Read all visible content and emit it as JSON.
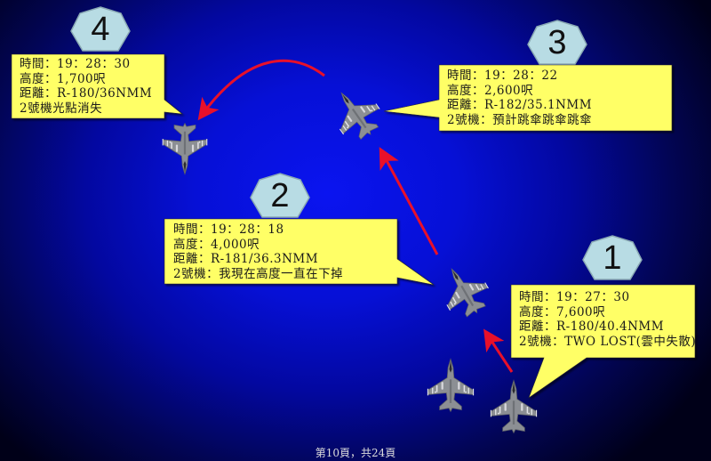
{
  "slide": {
    "background": {
      "center": "#0a14f0",
      "edge": "#000018"
    },
    "accent_colors": {
      "callout_fill": "#ffff66",
      "badge_fill": "#b8dce4",
      "arrow": "#e8102a"
    }
  },
  "events": [
    {
      "step": "1",
      "lines": {
        "time": "時間：19：27：30",
        "altitude": "高度：7,600呎",
        "distance": "距離：R-180/40.4NMM",
        "status": "2號機：TWO LOST(雲中失散)"
      }
    },
    {
      "step": "2",
      "lines": {
        "time": "時間：19：28：18",
        "altitude": "高度：4,000呎",
        "distance": "距離：R-181/36.3NMM",
        "status": "2號機：我現在高度一直在下掉"
      }
    },
    {
      "step": "3",
      "lines": {
        "time": "時間：19：28：22",
        "altitude": "高度：2,600呎",
        "distance": "距離：R-182/35.1NMM",
        "status": "2號機：預計跳傘跳傘跳傘"
      }
    },
    {
      "step": "4",
      "lines": {
        "time": "時間：19：28：30",
        "altitude": "高度：1,700呎",
        "distance": "距離：R-180/36NMM",
        "status": "2號機光點消失"
      }
    }
  ],
  "aircraft": [
    {
      "id": "lead-jet",
      "icon": "fighter-jet-icon"
    },
    {
      "id": "wingman-pos-1",
      "icon": "fighter-jet-icon"
    },
    {
      "id": "wingman-pos-2",
      "icon": "fighter-jet-icon"
    },
    {
      "id": "wingman-pos-3",
      "icon": "fighter-jet-icon"
    },
    {
      "id": "wingman-pos-4",
      "icon": "fighter-jet-icon"
    }
  ],
  "footer": {
    "page_indicator": "第10頁，共24頁"
  }
}
